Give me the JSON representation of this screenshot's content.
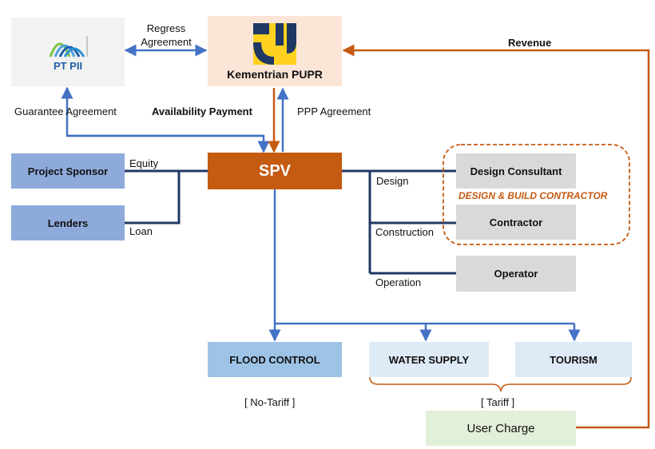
{
  "nodes": {
    "ptpii": {
      "label": "PT PII"
    },
    "pupr": {
      "label": "Kementrian PUPR"
    },
    "spv": {
      "label": "SPV"
    },
    "sponsor": {
      "label": "Project Sponsor"
    },
    "lenders": {
      "label": "Lenders"
    },
    "design_consultant": {
      "label": "Design Consultant"
    },
    "contractor": {
      "label": "Contractor"
    },
    "operator": {
      "label": "Operator"
    },
    "flood_control": {
      "label": "FLOOD CONTROL"
    },
    "water_supply": {
      "label": "WATER SUPPLY"
    },
    "tourism": {
      "label": "TOURISM"
    },
    "user_charge": {
      "label": "User Charge"
    }
  },
  "group": {
    "label": "DESIGN & BUILD CONTRACTOR"
  },
  "edges": {
    "regress": [
      "Regress",
      "Agreement"
    ],
    "revenue": "Revenue",
    "guarantee": "Guarantee Agreement",
    "availability": "Availability Payment",
    "ppp": "PPP Agreement",
    "equity": "Equity",
    "loan": "Loan",
    "design": "Design",
    "construction": "Construction",
    "operation": "Operation"
  },
  "notes": {
    "no_tariff": "[ No-Tariff ]",
    "tariff": "[ Tariff ]"
  },
  "colors": {
    "box_blue": "#8eaadb",
    "box_grey": "#d9d9d9",
    "box_lightblue": "#deeaf6",
    "box_flood": "#9dc3e6",
    "spv_orange": "#c55a11",
    "green": "#e2efd9",
    "line_navy": "#1f3864",
    "line_blue": "#4472c4",
    "line_orange": "#c55a11"
  }
}
